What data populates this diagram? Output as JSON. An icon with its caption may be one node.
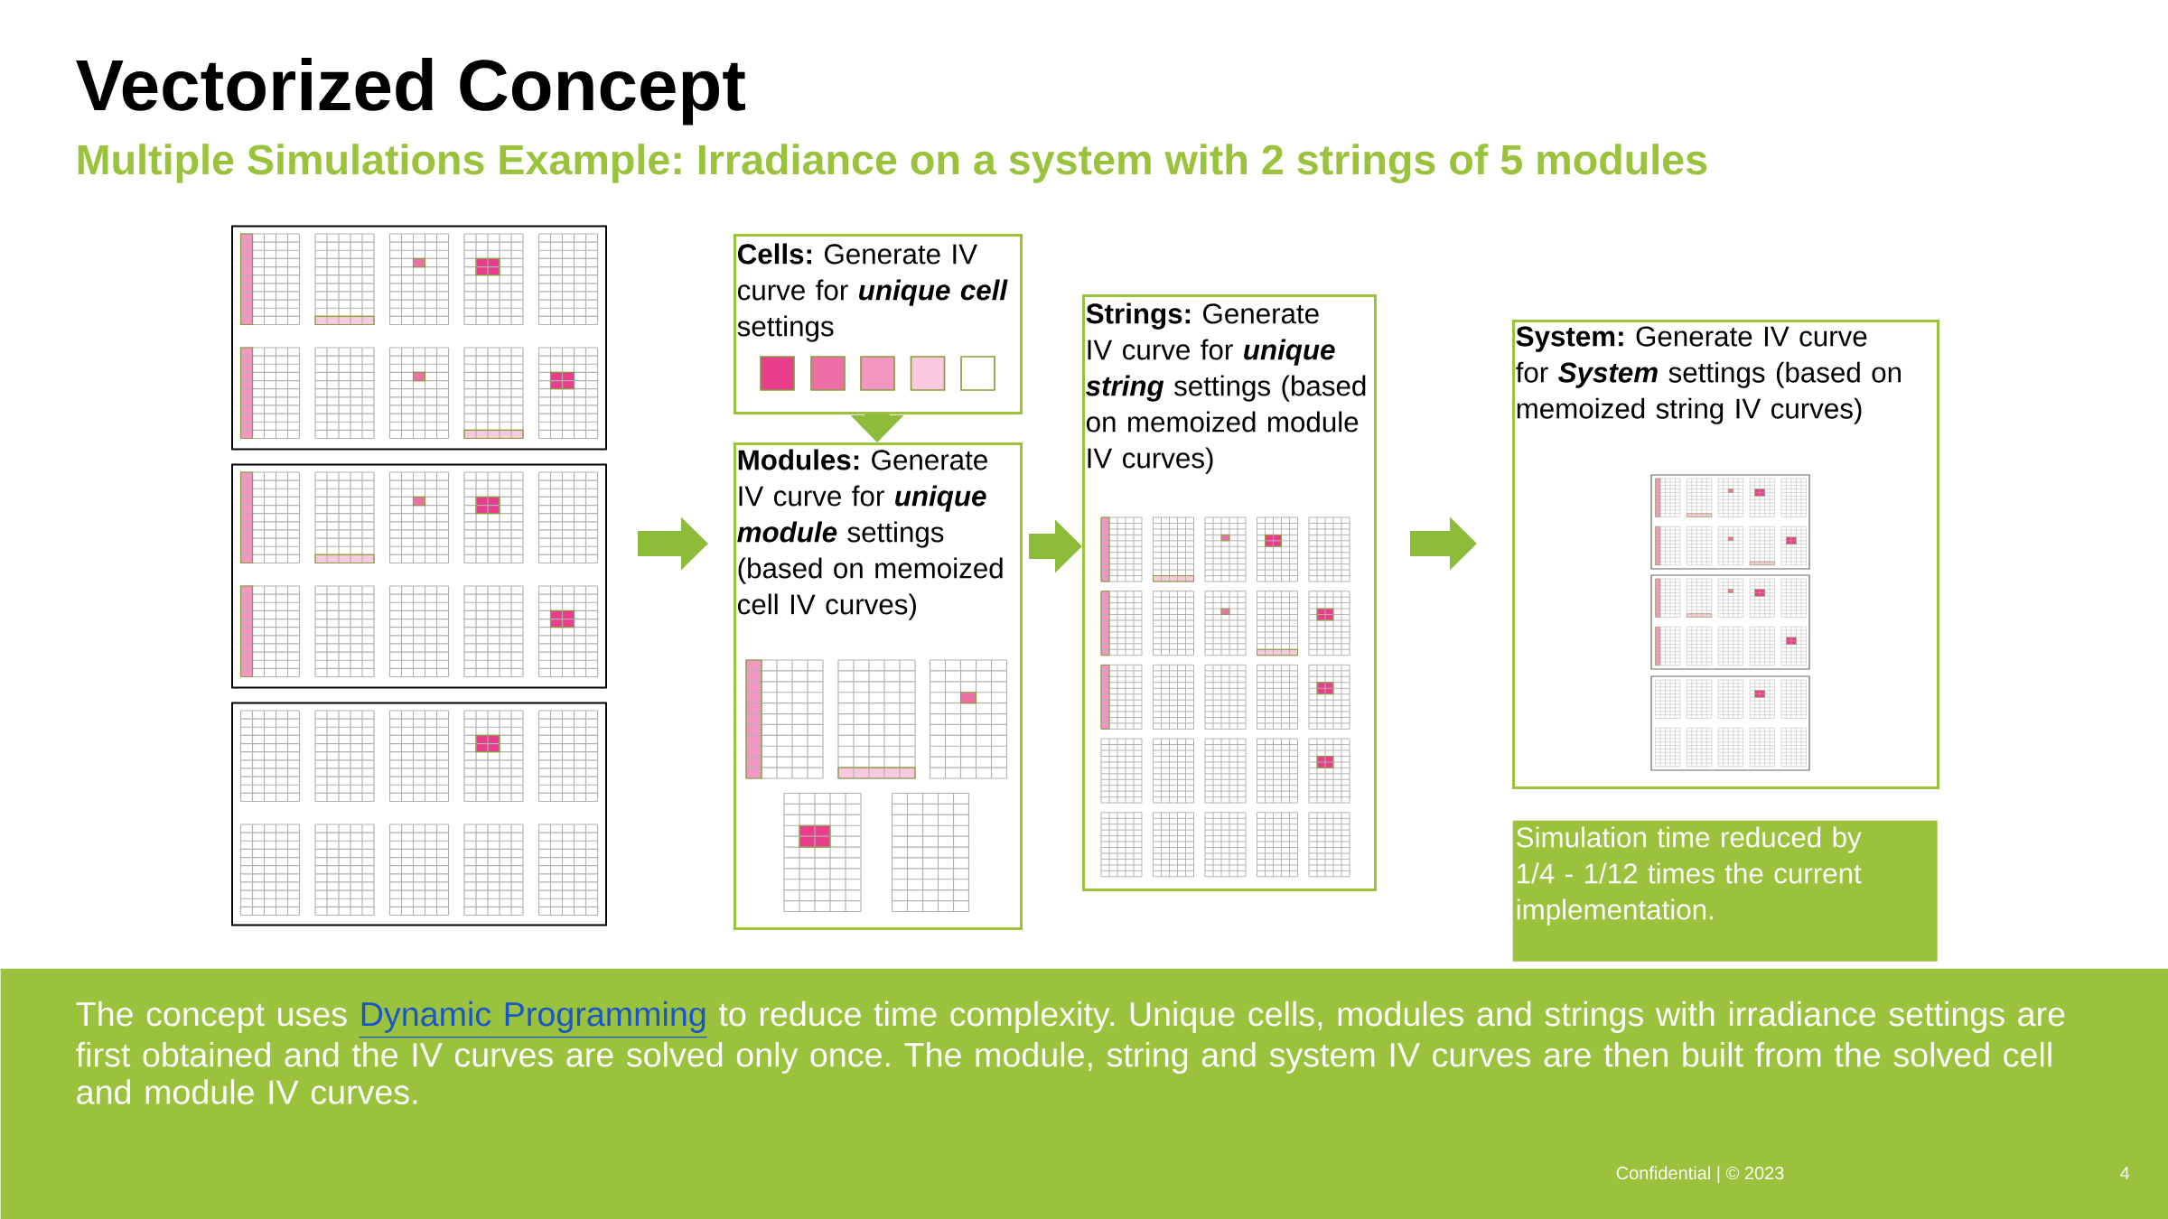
{
  "diagram": {
    "title": "Vectorized Concept",
    "nodes": [
      {
        "text": [],
        "shape": "picture"
      },
      {
        "text": [],
        "shape": "picture"
      },
      {
        "text": [],
        "shape": "picture"
      },
      {
        "text": [
          "**Cells:** Generate IV curve for *unique cell* settings"
        ]
      },
      {
        "text": [
          "**Modules:** Generate IV curve for *unique module* settings (based on memoized cell IV curves)"
        ]
      },
      {
        "text": [
          "**Strings:** Generate IV curve for *unique string* settings (based on memoized module IV curves)"
        ]
      },
      {
        "text": [
          "**System:** Generate IV curve for *System* settings (based on memoized string IV curves)"
        ]
      },
      {
        "text": [
          "Simulation time reduced by 1/4 - 1/12 times the current implementation."
        ]
      },
      {
        "text": [
          "The concept uses",
          "Dynamic Programming",
          "to reduce time complexity. Unique cells, modules and strings with irradiance settings are first obtained and the IV curves are solved only once. The module, string and system IV curves are then built from the solved cell and module IV curves."
        ]
      }
    ],
    "edges": [
      {
        "from": 1,
        "to": 4,
        "arrow": "to"
      },
      {
        "from": 3,
        "to": 4,
        "arrow": "to"
      },
      {
        "from": 4,
        "to": 5,
        "arrow": "to"
      },
      {
        "from": 5,
        "to": 6,
        "arrow": "to"
      }
    ],
    "labels": [
      "Multiple Simulations Example: Irradiance on a system with 2 strings of 5 modules",
      "Confidential | © 2023",
      "4"
    ]
  }
}
